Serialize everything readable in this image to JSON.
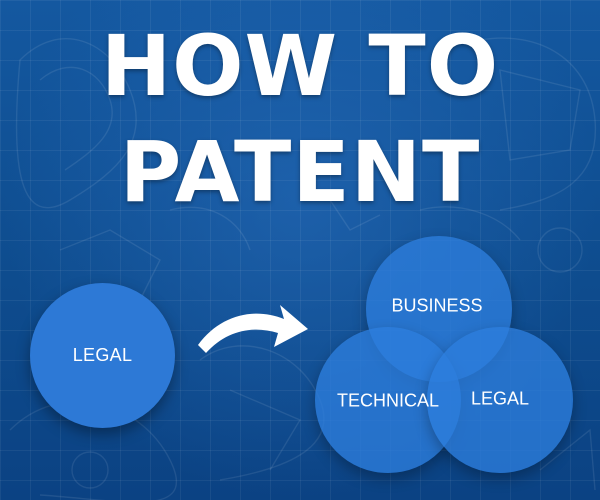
{
  "title": {
    "line1": "HOW TO",
    "line2": "PATENT"
  },
  "left_circle": {
    "label": "LEGAL"
  },
  "venn": {
    "business": "BUSINESS",
    "technical": "TECHNICAL",
    "legal": "LEGAL"
  },
  "colors": {
    "background": "#0f4f92",
    "circle": "#2d79d6",
    "text": "#ffffff"
  },
  "icons": {
    "arrow": "curved-arrow-right-icon"
  }
}
